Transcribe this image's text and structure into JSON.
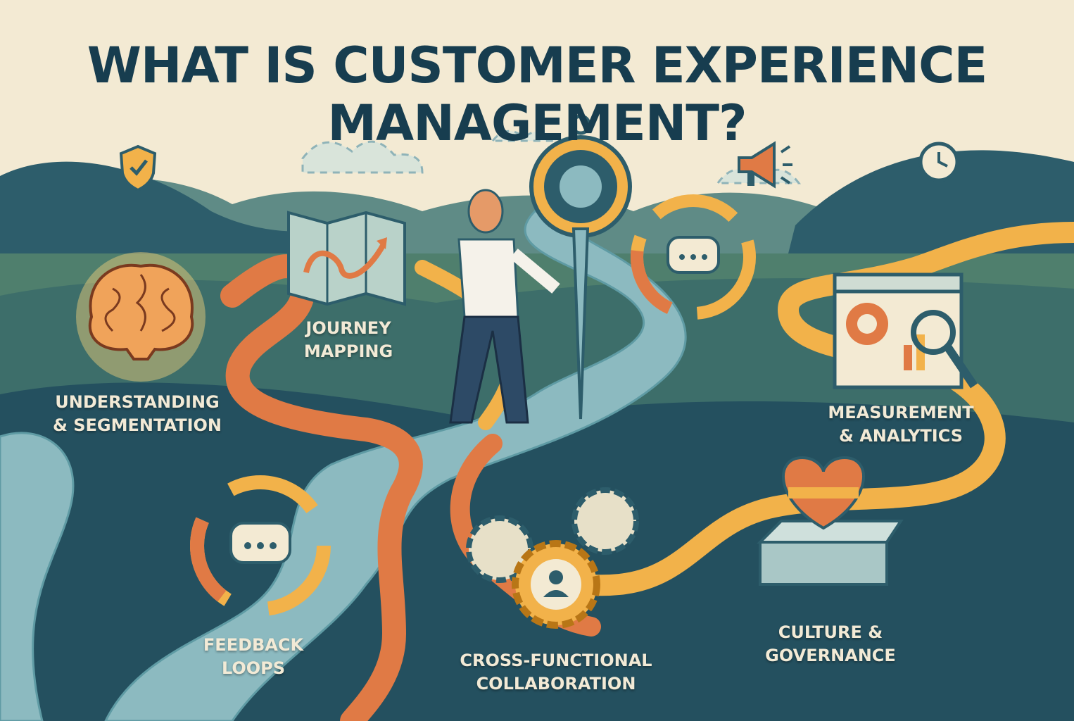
{
  "title": "WHAT IS CUSTOMER EXPERIENCE MANAGEMENT?",
  "colors": {
    "background": "#f3ead3",
    "title": "#173d4f",
    "hills_dark": "#24505f",
    "hills_green": "#4f7f6d",
    "river": "#8cbac0",
    "path_orange": "#e07a45",
    "path_yellow": "#f2b24a",
    "label_text": "#f2ead6"
  },
  "stages": [
    {
      "line1": "UNDERSTANDING",
      "line2": "& SEGMENTATION",
      "icon": "brain-icon"
    },
    {
      "line1": "JOURNEY",
      "line2": "MAPPING",
      "icon": "map-icon"
    },
    {
      "line1": "MEASUREMENT",
      "line2": "& ANALYTICS",
      "icon": "analytics-dashboard-icon"
    },
    {
      "line1": "FEEDBACK",
      "line2": "LOOPS",
      "icon": "feedback-cycle-icon"
    },
    {
      "line1": "CROSS-FUNCTIONAL",
      "line2": "COLLABORATION",
      "icon": "gears-people-icon"
    },
    {
      "line1": "CULTURE &",
      "line2": "GOVERNANCE",
      "icon": "handshake-heart-icon"
    }
  ],
  "decorations": [
    "shield-check-icon",
    "megaphone-icon",
    "clock-icon",
    "compass-icon",
    "businessman-figure",
    "chat-cycle-icon"
  ]
}
